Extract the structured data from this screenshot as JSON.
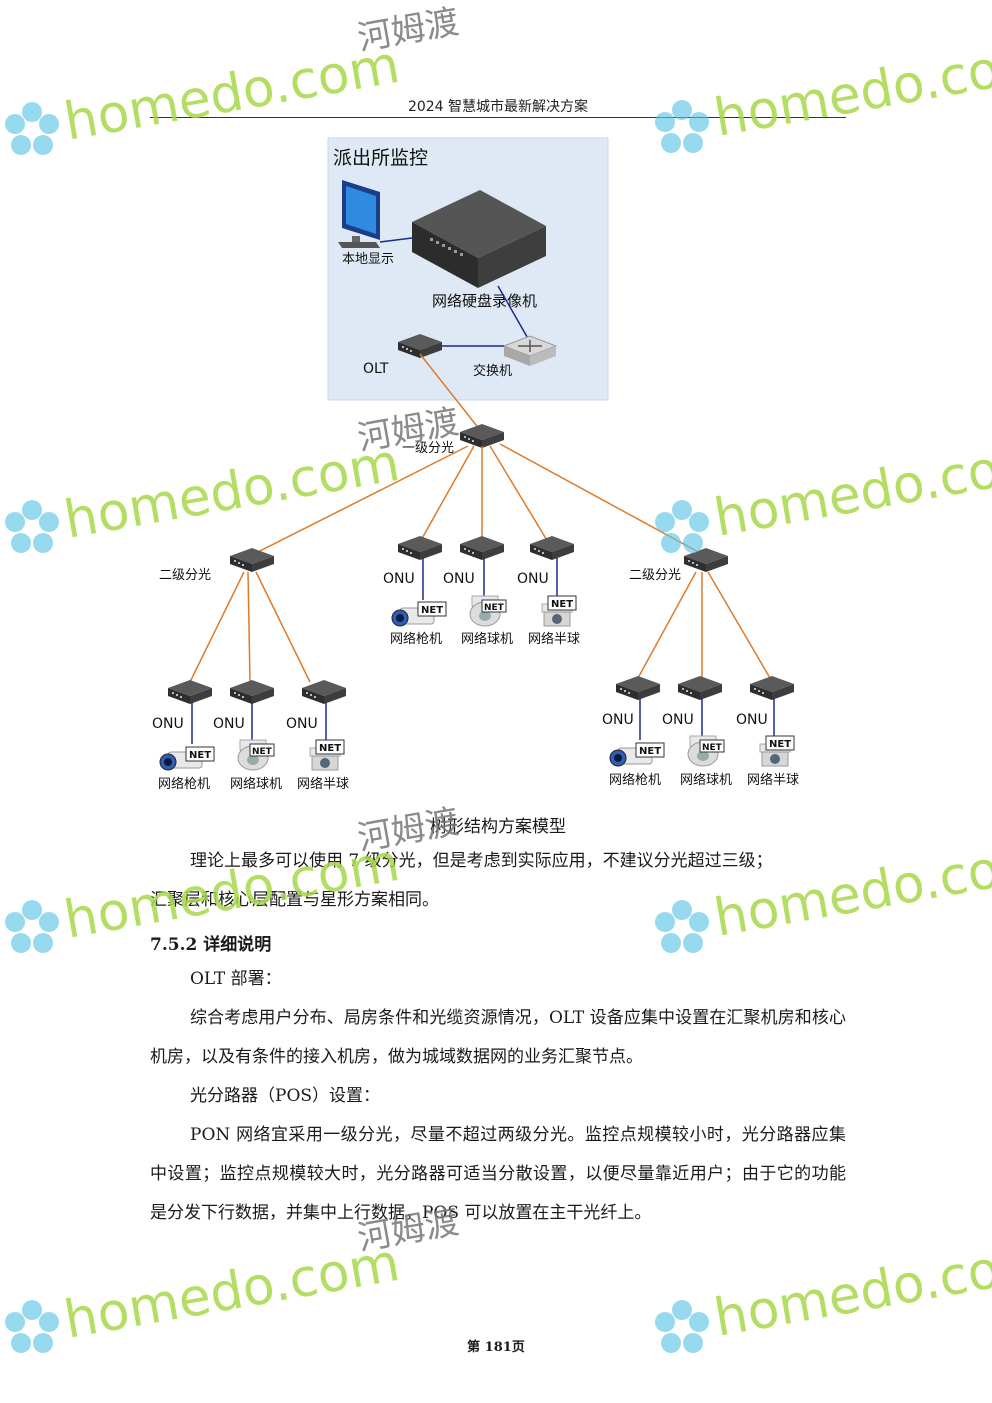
{
  "header": {
    "title": "2024 智慧城市最新解决方案"
  },
  "diagram": {
    "box_title": "派出所监控",
    "monitor_label": "本地显示",
    "nvr_label": "网络硬盘录像机",
    "olt_label": "OLT",
    "switch_label": "交换机",
    "level1_label": "一级分光",
    "level2_left_label": "二级分光",
    "level2_right_label": "二级分光",
    "onu_label": "ONU",
    "net_badge": "NET",
    "cam_gun": "网络枪机",
    "cam_dome": "网络球机",
    "cam_half": "网络半球"
  },
  "caption": "树形结构方案模型",
  "body": {
    "para1_line1": "理论上最多可以使用 7 级分光，但是考虑到实际应用，不建议分光超过三级；",
    "para1_line2": "汇聚层和核心层配置与星形方案相同。",
    "heading": "7.5.2 详细说明",
    "olt_title": "OLT 部署：",
    "olt_para": "综合考虑用户分布、局房条件和光缆资源情况，OLT 设备应集中设置在汇聚机房和核心机房，以及有条件的接入机房，做为城域数据网的业务汇聚节点。",
    "pos_title": "光分路器（POS）设置：",
    "pos_para": "PON 网络宜采用一级分光，尽量不超过两级分光。监控点规模较小时，光分路器应集中设置；监控点规模较大时，光分路器可适当分散设置，以便尽量靠近用户；由于它的功能是分发下行数据，并集中上行数据，POS 可以放置在主干光纤上。"
  },
  "footer": {
    "page": "第 181页"
  },
  "watermark": {
    "text": "homedo.com",
    "cn": "河姆渡"
  },
  "colors": {
    "fiber": "#e07a2a",
    "copper": "#1b2a8c",
    "box_bg": "#dfe9f5"
  }
}
